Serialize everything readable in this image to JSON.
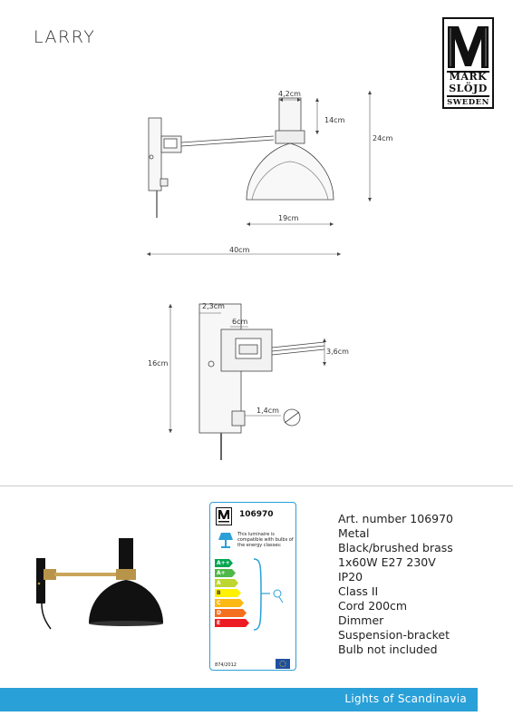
{
  "product_name": "LARRY",
  "brand": {
    "line1": "MARK",
    "line2": "SLÖJD",
    "line3": "SWEDEN"
  },
  "drawing_top": {
    "dim_shade_tube": "4,2cm",
    "dim_tube_height": "14cm",
    "dim_total_height": "24cm",
    "dim_shade_width": "19cm",
    "dim_total_length": "40cm"
  },
  "drawing_detail": {
    "dim_plate_width": "2,3cm",
    "dim_bracket": "6cm",
    "dim_arm": "3,6cm",
    "dim_plate_height": "16cm",
    "dim_dimmer": "1,4cm"
  },
  "energy_label": {
    "article": "106970",
    "compat_text": "This luminaire is compatible with bulbs of the energy classes:",
    "classes": [
      "A++",
      "A+",
      "A",
      "B",
      "C",
      "D",
      "E"
    ],
    "class_colors": [
      "#00a651",
      "#50b848",
      "#bed630",
      "#fff200",
      "#fdb913",
      "#f37021",
      "#ed1c24"
    ],
    "regulation": "874/2012"
  },
  "specs": [
    "Art. number 106970",
    "Metal",
    "Black/brushed brass",
    "1x60W E27 230V",
    "IP20",
    "Class II",
    "Cord 200cm",
    "Dimmer",
    "Suspension-bracket",
    "Bulb not included"
  ],
  "footer_text": "Lights of Scandinavia",
  "colors": {
    "accent": "#2aa0d8",
    "brass": "#b8944a",
    "black": "#111111"
  }
}
